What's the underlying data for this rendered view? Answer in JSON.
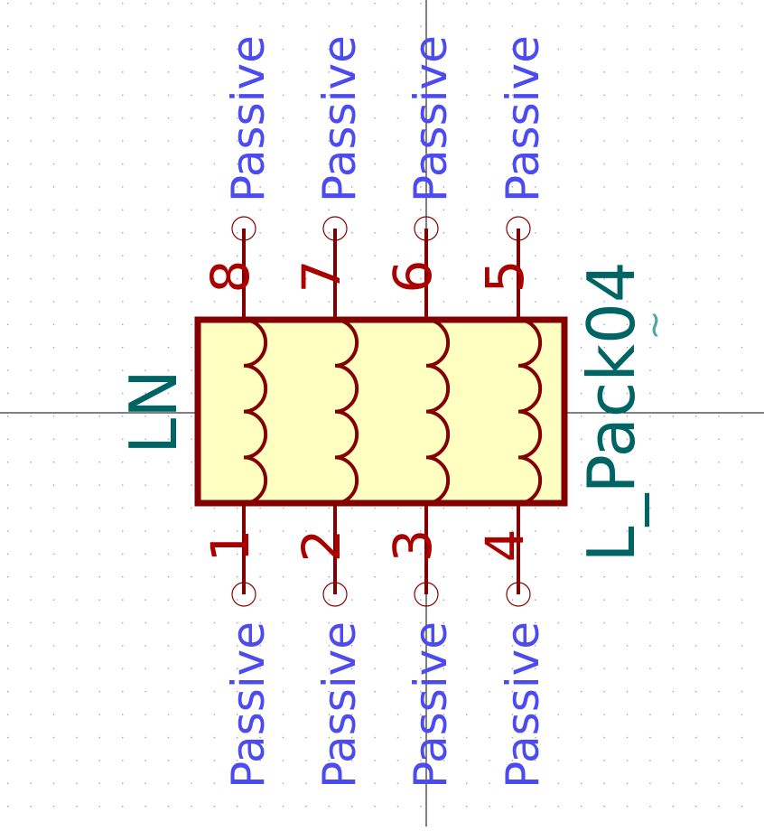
{
  "symbol": {
    "reference": "LN",
    "value": "L_Pack04",
    "value_suffix": "~"
  },
  "pins": [
    {
      "number": "1",
      "type": "Passive"
    },
    {
      "number": "2",
      "type": "Passive"
    },
    {
      "number": "3",
      "type": "Passive"
    },
    {
      "number": "4",
      "type": "Passive"
    },
    {
      "number": "5",
      "type": "Passive"
    },
    {
      "number": "6",
      "type": "Passive"
    },
    {
      "number": "7",
      "type": "Passive"
    },
    {
      "number": "8",
      "type": "Passive"
    }
  ],
  "colors": {
    "body_fill": "#ffffc2",
    "body_stroke": "#840000",
    "pin_number": "#a90000",
    "pin_type": "#4b4bf0",
    "field_text": "#006464",
    "grid_dot": "#a0a0a0",
    "crosshair": "#000000"
  }
}
